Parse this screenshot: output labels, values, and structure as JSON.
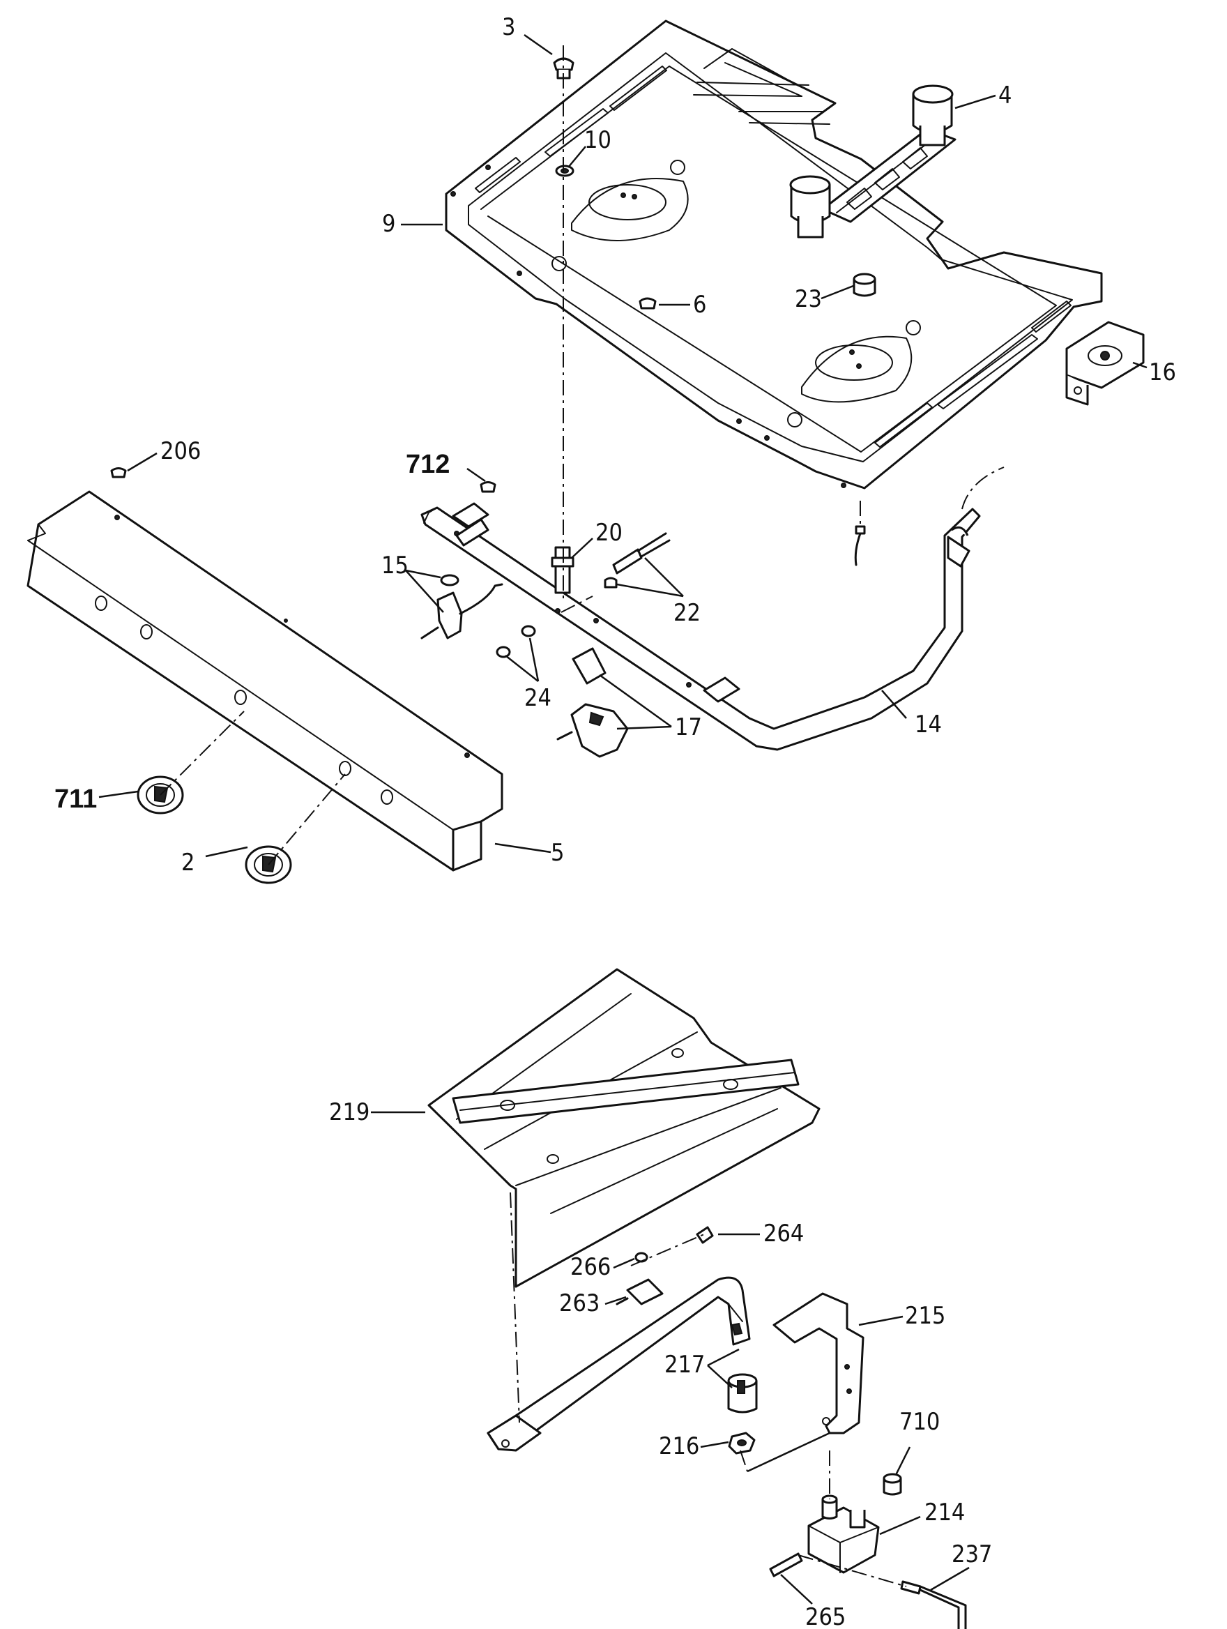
{
  "callouts": {
    "c3": "3",
    "c4": "4",
    "c10": "10",
    "c9": "9",
    "c23": "23",
    "c6": "6",
    "c16": "16",
    "c206": "206",
    "c712": "712",
    "c20": "20",
    "c15": "15",
    "c22": "22",
    "c24": "24",
    "c17": "17",
    "c14": "14",
    "c711": "711",
    "c2": "2",
    "c5": "5",
    "c219": "219",
    "c264": "264",
    "c266": "266",
    "c263": "263",
    "c215": "215",
    "c217": "217",
    "c710": "710",
    "c216": "216",
    "c214": "214",
    "c237": "237",
    "c265": "265"
  }
}
